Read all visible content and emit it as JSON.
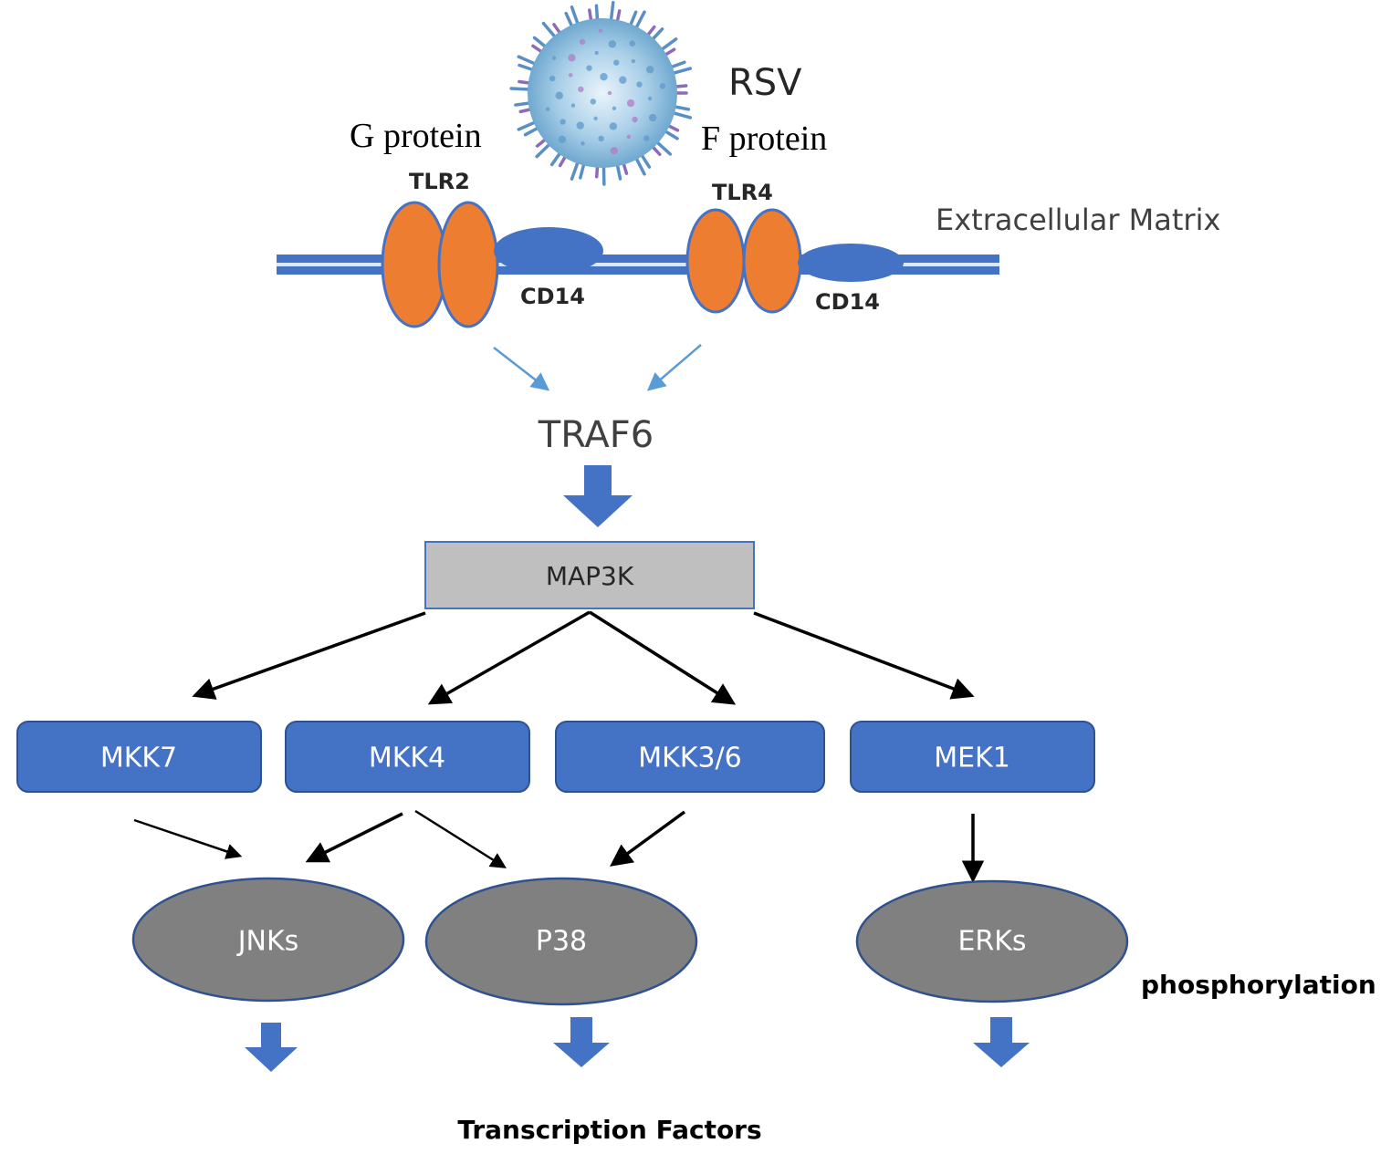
{
  "colors": {
    "tlr_fill": "#ED7D31",
    "membrane_blue": "#4472C4",
    "box_blue": "#4472C4",
    "box_gray": "#BFBFBF",
    "oval_gray": "#808080",
    "arrow_black": "#000000",
    "arrow_light": "#5B9BD5",
    "text_dark": "#262626",
    "virus": "#7FB3D5"
  },
  "virus": {
    "label": "RSV",
    "icon": "virus-icon"
  },
  "ligands": {
    "g_protein": "G protein",
    "f_protein": "F protein"
  },
  "receptors": {
    "tlr2": "TLR2",
    "tlr4": "TLR4",
    "cd14_left": "CD14",
    "cd14_right": "CD14"
  },
  "membrane_label": "Extracellular Matrix",
  "adaptor": "TRAF6",
  "map3k": "MAP3K",
  "map2k": [
    "MKK7",
    "MKK4",
    "MKK3/6",
    "MEK1"
  ],
  "mapk": [
    "JNKs",
    "P38",
    "ERKs"
  ],
  "phosphorylation_label": "phosphorylation",
  "output_label": "Transcription Factors"
}
